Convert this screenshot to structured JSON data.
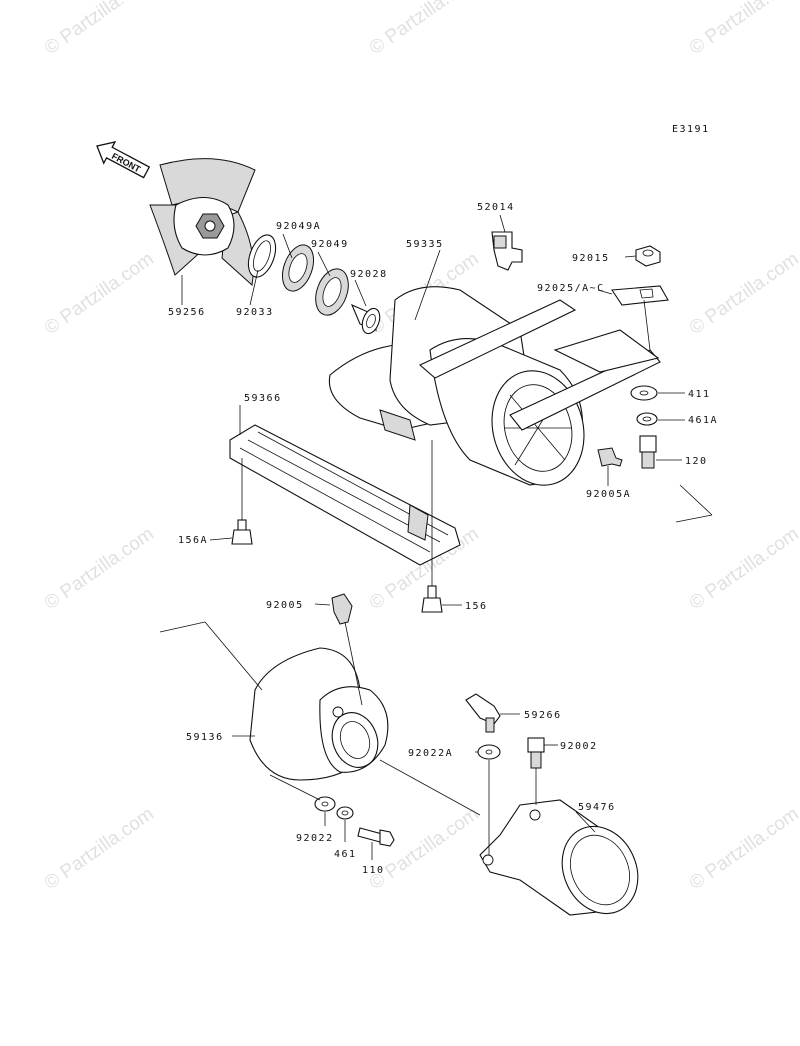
{
  "watermark": "© Partzilla.com",
  "diagram_code": "E3191",
  "front_label": "FRONT",
  "parts": [
    {
      "id": "p59256",
      "label": "59256"
    },
    {
      "id": "p92033",
      "label": "92033"
    },
    {
      "id": "p92049a",
      "label": "92049A"
    },
    {
      "id": "p92049",
      "label": "92049"
    },
    {
      "id": "p92028",
      "label": "92028"
    },
    {
      "id": "p59335",
      "label": "59335"
    },
    {
      "id": "p52014",
      "label": "52014"
    },
    {
      "id": "p92015",
      "label": "92015"
    },
    {
      "id": "p92025",
      "label": "92025/A~C"
    },
    {
      "id": "p411",
      "label": "411"
    },
    {
      "id": "p461a",
      "label": "461A"
    },
    {
      "id": "p120",
      "label": "120"
    },
    {
      "id": "p92005a",
      "label": "92005A"
    },
    {
      "id": "p59366",
      "label": "59366"
    },
    {
      "id": "p156a",
      "label": "156A"
    },
    {
      "id": "p156",
      "label": "156"
    },
    {
      "id": "p92005",
      "label": "92005"
    },
    {
      "id": "p59136",
      "label": "59136"
    },
    {
      "id": "p59266",
      "label": "59266"
    },
    {
      "id": "p92022a",
      "label": "92022A"
    },
    {
      "id": "p92002",
      "label": "92002"
    },
    {
      "id": "p59476",
      "label": "59476"
    },
    {
      "id": "p92022",
      "label": "92022"
    },
    {
      "id": "p461",
      "label": "461"
    },
    {
      "id": "p110",
      "label": "110"
    }
  ]
}
